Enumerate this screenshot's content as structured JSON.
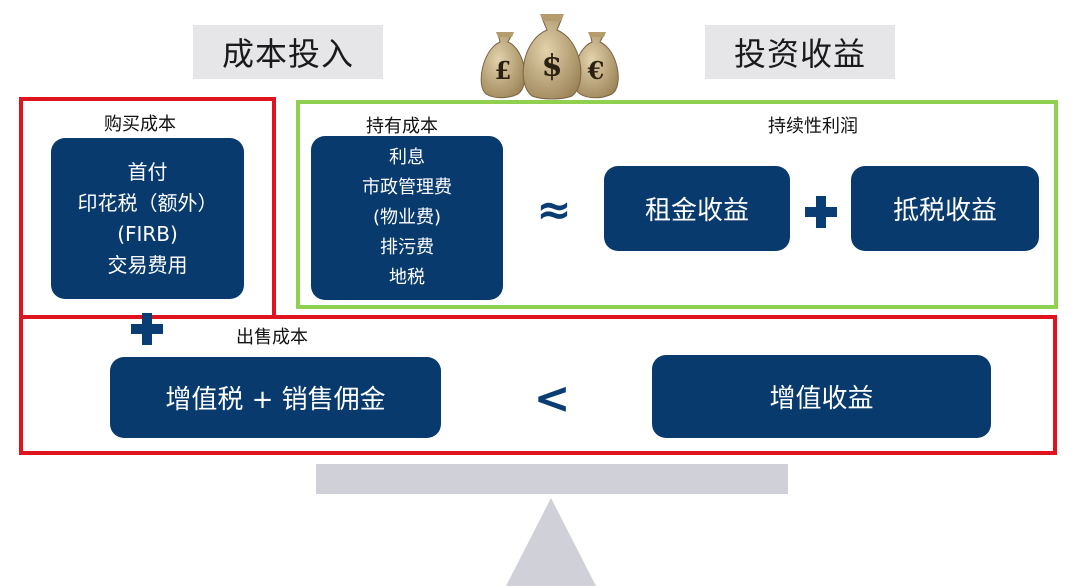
{
  "headings": {
    "cost": "成本投入",
    "returns": "投资收益"
  },
  "sections": {
    "purchase": "购买成本",
    "holding": "持有成本",
    "profit": "持续性利润",
    "sale": "出售成本"
  },
  "boxes": {
    "purchase_items": [
      "首付",
      "印花税（额外）",
      "(FIRB)",
      "交易费用"
    ],
    "holding_items": [
      "利息",
      "市政管理费",
      "(物业费)",
      "排污费",
      "地税"
    ],
    "rent": "租金收益",
    "tax": "抵税收益",
    "sale_cost": "增值税 + 销售佣金",
    "appreciation": "增值收益"
  },
  "operators": {
    "approx": "≈",
    "less": "<"
  },
  "money_bags": [
    "£",
    "$",
    "€"
  ],
  "colors": {
    "box_fill": "#083a6e",
    "red_frame": "#e0141e",
    "green_frame": "#8fd14f",
    "heading_bg": "#e6e6e9",
    "balance_gray": "#cfd0d8"
  },
  "icons": [
    "money-bags-icon",
    "plus-icon",
    "balance-scale-icon"
  ]
}
